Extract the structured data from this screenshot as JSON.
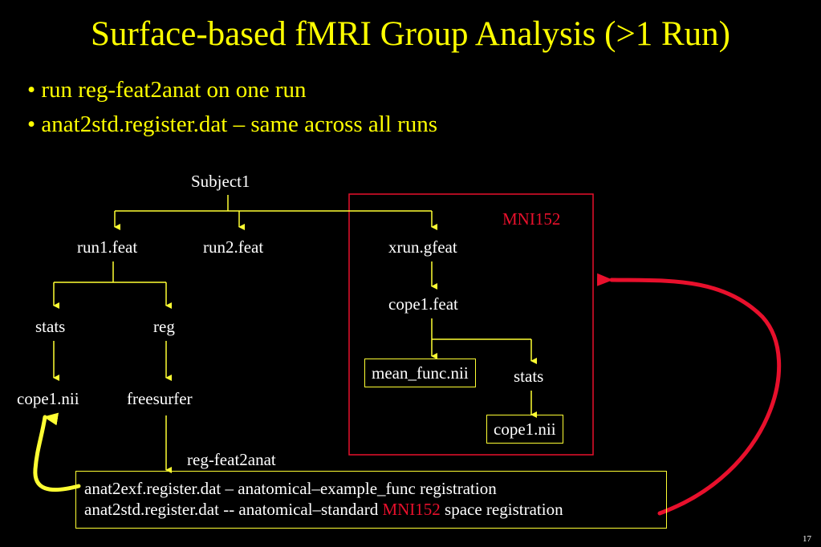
{
  "slide": {
    "title": "Surface-based fMRI Group Analysis (>1 Run)",
    "bullets": [
      "• run reg-feat2anat on one run",
      "• anat2std.register.dat – same across all runs"
    ],
    "page_number": "17"
  },
  "diagram": {
    "subject": "Subject1",
    "run1": "run1.feat",
    "run2": "run2.feat",
    "xrun": "xrun.gfeat",
    "stats_left": "stats",
    "reg": "reg",
    "cope_left": "cope1.nii",
    "freesurfer": "freesurfer",
    "reg_tool": "reg-feat2anat",
    "mni_label": "MNI152",
    "cope_feat": "cope1.feat",
    "mean_func": "mean_func.nii",
    "stats_right": "stats",
    "cope_right": "cope1.nii",
    "registration": {
      "line1": "anat2exf.register.dat – anatomical–example_func registration",
      "line2_prefix": "anat2std.register.dat -- anatomical–standard ",
      "line2_highlight": "MNI152",
      "line2_suffix": " space registration"
    }
  },
  "colors": {
    "background": "#000000",
    "title": "#ffff00",
    "connector": "#ffff33",
    "highlight": "#e8102c",
    "text": "#ffffff"
  }
}
